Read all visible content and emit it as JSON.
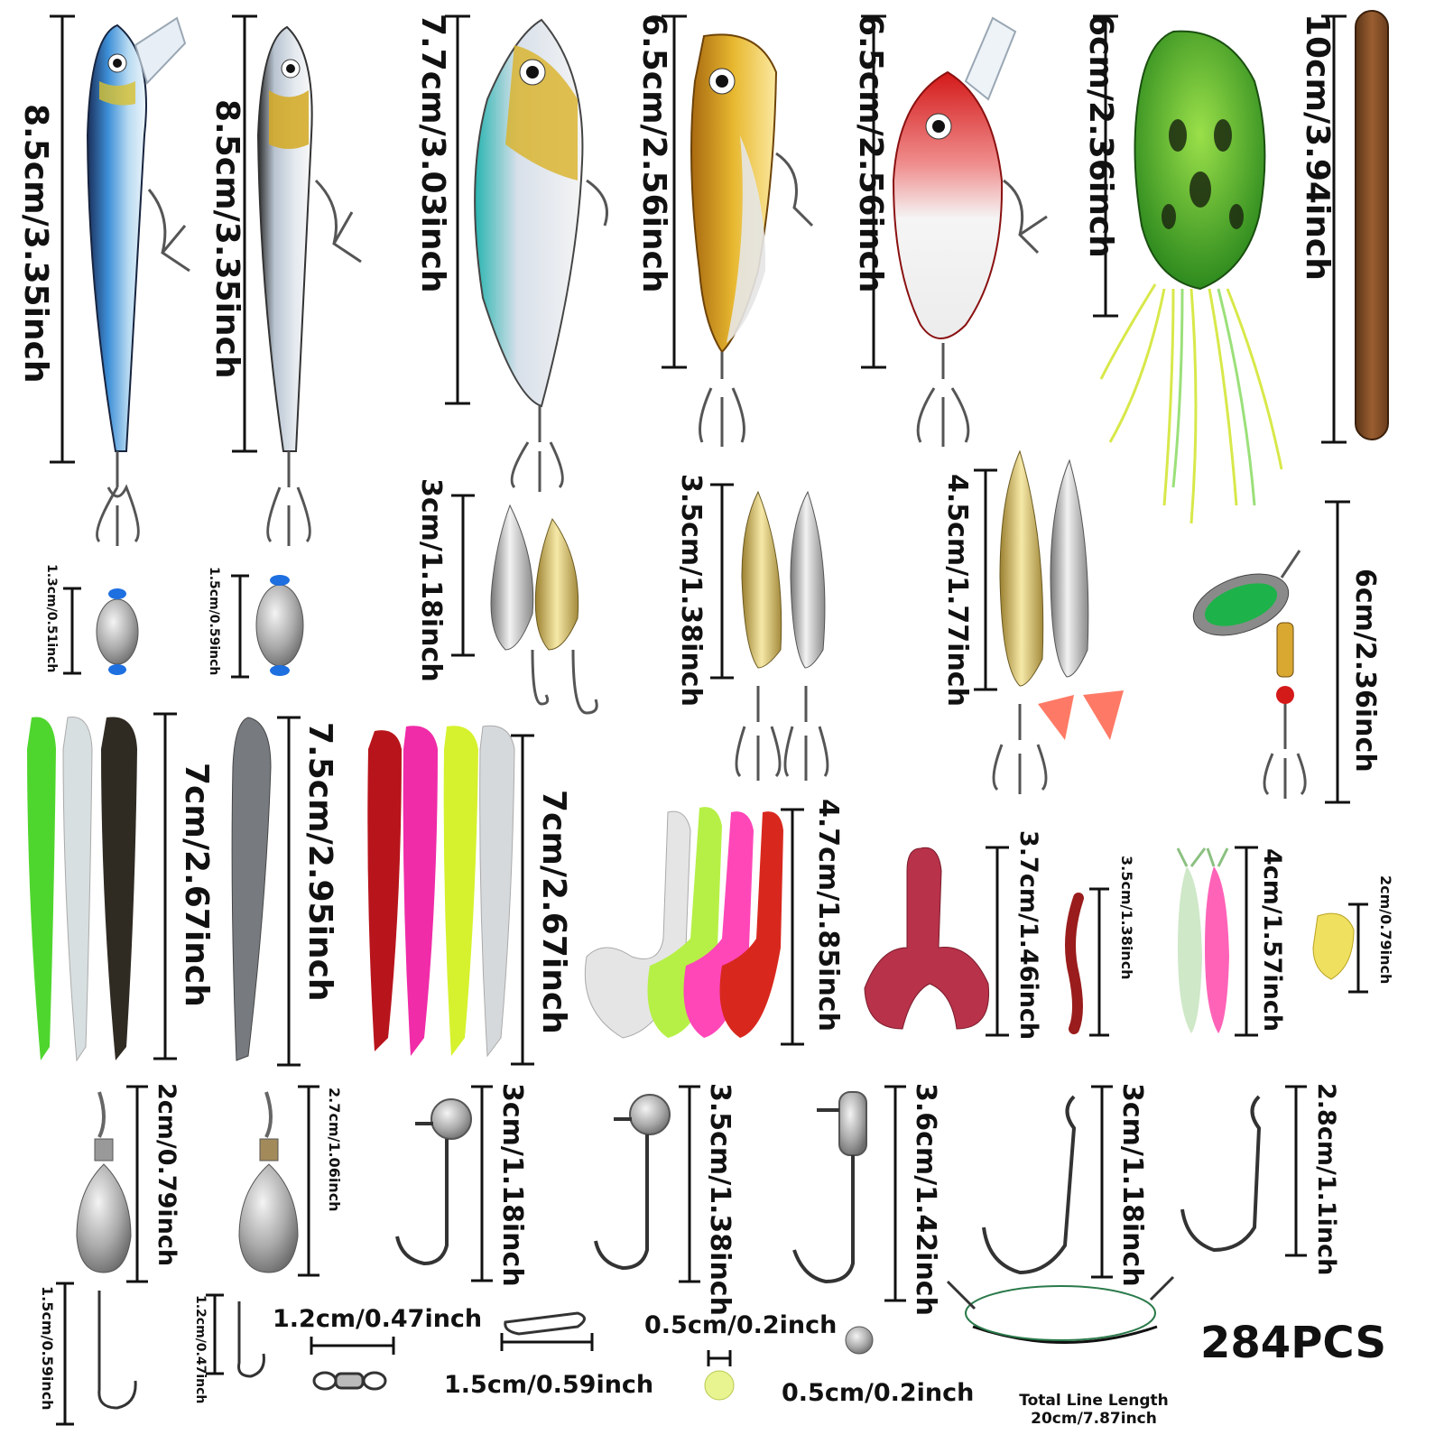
{
  "title": "284PCS",
  "labels": {
    "minnow_blue": "8.5cm/3.35inch",
    "minnow_silver": "8.5cm/3.35inch",
    "vib": "7.7cm/3.03inch",
    "popper": "6.5cm/2.56inch",
    "crank": "6.5cm/2.56inch",
    "frog": "6cm/2.36inch",
    "stickworm": "10cm/3.94inch",
    "sinker_3": "1.3cm/0.51inch",
    "sinker_5": "1.5cm/0.59inch",
    "spoon_small": "3cm/1.18inch",
    "spoon_mid": "3.5cm/1.38inch",
    "spoon_large": "4.5cm/1.77inch",
    "spinner": "6cm/2.36inch",
    "shad_paddle": "7cm/2.67inch",
    "shad_split": "7.5cm/2.95inch",
    "shad_ribbed": "7cm/2.67inch",
    "grub_curly": "4.7cm/1.85inch",
    "grub_twin": "3.7cm/1.46inch",
    "worm_small": "3.5cm/1.38inch",
    "shrimp": "4cm/1.57inch",
    "maggot": "2cm/0.79inch",
    "bell_sinker_5": "2cm/0.79inch",
    "bell_sinker_7": "2.7cm/1.06inch",
    "jig_1": "3cm/1.18inch",
    "jig_2": "3.5cm/1.38inch",
    "jig_3": "3.6cm/1.42inch",
    "hook_wide": "3cm/1.18inch",
    "hook_offset": "2.8cm/1.1inch",
    "hook_small_1": "1.5cm/0.59inch",
    "hook_small_2": "1.2cm/0.47inch",
    "swivel": "1.2cm/0.47inch",
    "snap": "1.5cm/0.59inch",
    "bead": "0.5cm/0.2inch",
    "split_shot": "0.5cm/0.2inch",
    "leader_caption": "Total  Line Length",
    "leader_length": "20cm/7.87inch"
  }
}
